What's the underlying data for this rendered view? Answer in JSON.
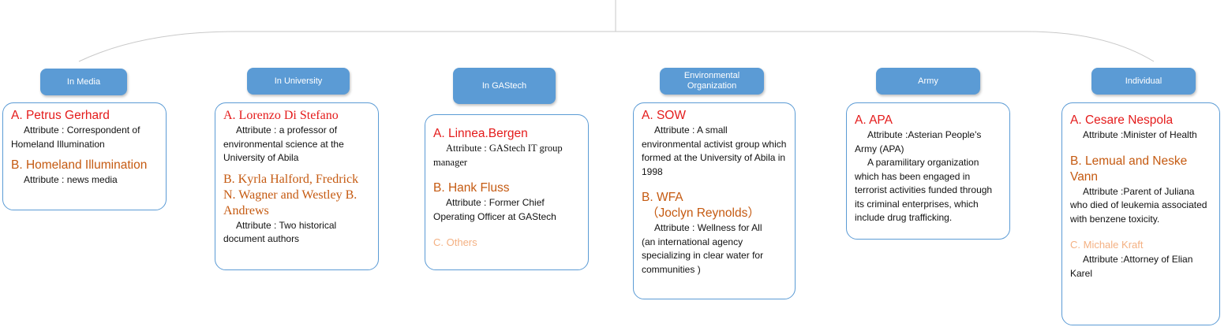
{
  "colors": {
    "tag_fill": "#5b9bd5",
    "card_border": "#5b9bd5",
    "name_red": "#e41b1b",
    "name_orange": "#c55a11",
    "name_light": "#f4b183",
    "connector": "#c9c9c9"
  },
  "categories": [
    {
      "label": "In Media",
      "entries": [
        {
          "name": "A. Petrus Gerhard",
          "attribute": "Attribute : Correspondent of Homeland Illumination"
        },
        {
          "name": "B. Homeland Illumination",
          "attribute": "Attribute :   news media"
        }
      ]
    },
    {
      "label": "In University",
      "entries": [
        {
          "name": "A. Lorenzo Di Stefano",
          "attribute": "Attribute :  a professor of environmental science at the University of Abila"
        },
        {
          "name": "B.  Kyrla Halford, Fredrick N. Wagner and Westley B. Andrews",
          "attribute": "Attribute : Two historical document authors"
        }
      ]
    },
    {
      "label": "In GAStech",
      "entries": [
        {
          "name": "A. Linnea.Bergen",
          "attribute": "Attribute : GAStech IT group manager"
        },
        {
          "name": "B.  Hank Fluss",
          "attribute": "Attribute : Former Chief Operating Officer at GAStech"
        },
        {
          "name": "C. Others",
          "attribute": ""
        }
      ]
    },
    {
      "label": "Environmental Organization",
      "entries": [
        {
          "name": "A. SOW",
          "attribute": "Attribute : A small environmental activist group which formed at the University of Abila in 1998"
        },
        {
          "name": "B.  WFA",
          "alias": "（Joclyn Reynolds）",
          "attribute": "Attribute : Wellness for All",
          "detail": "(an international agency specializing in clear water for communities )"
        }
      ]
    },
    {
      "label": "Army",
      "entries": [
        {
          "name": "A. APA",
          "attribute": "Attribute :Asterian People's Army (APA)",
          "detail": "A paramilitary organization which has been engaged in terrorist activities funded through its criminal enterprises, which include drug trafficking."
        }
      ]
    },
    {
      "label": "Individual",
      "entries": [
        {
          "name": "A. Cesare Nespola",
          "attribute": "Attribute :Minister of Health"
        },
        {
          "name": "B.  Lemual and Neske Vann",
          "attribute": "Attribute :Parent of  Juliana who died of leukemia associated with benzene toxicity."
        },
        {
          "name": "C.  Michale Kraft",
          "attribute": "Attribute :Attorney of Elian Karel"
        }
      ]
    }
  ]
}
